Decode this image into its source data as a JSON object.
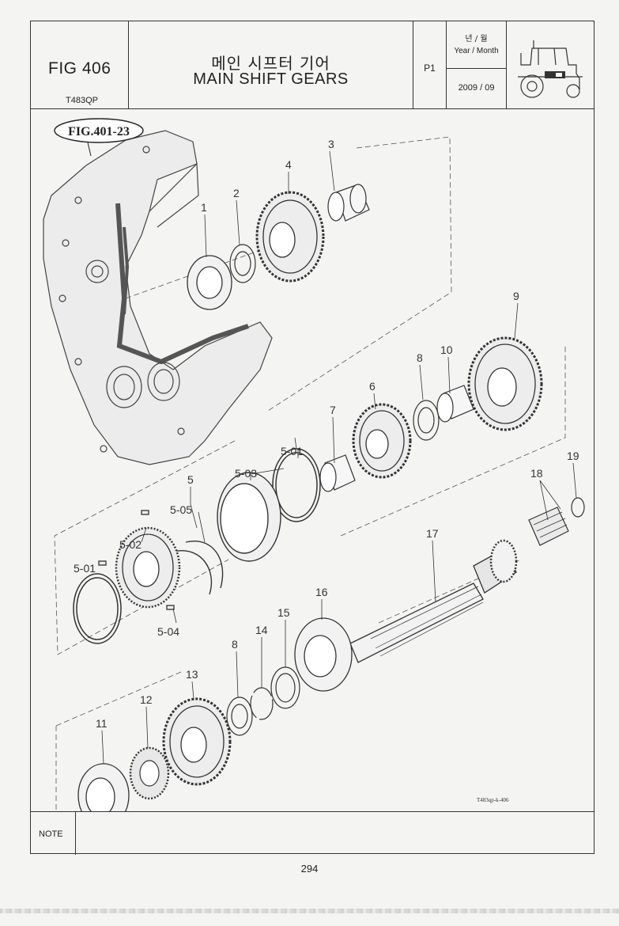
{
  "header": {
    "fig_code": "FIG 406",
    "model": "T483QP",
    "title_ko": "메인 시프터 기어",
    "title_en": "MAIN SHIFT GEARS",
    "page_label": "P1",
    "ym_label_ko": "년 / 월",
    "ym_label_en": "Year / Month",
    "date": "2009 / 09",
    "image_icon": "tractor-icon"
  },
  "drawing": {
    "figure_ref": "FIG.401-23",
    "drawing_id": "T483qp-k-406",
    "callouts": [
      "1",
      "2",
      "3",
      "4",
      "5",
      "5-01",
      "5-01",
      "5-02",
      "5-03",
      "5-04",
      "5-05",
      "6",
      "7",
      "8",
      "8",
      "9",
      "10",
      "11",
      "12",
      "13",
      "14",
      "15",
      "16",
      "17",
      "18",
      "19"
    ]
  },
  "note": {
    "label": "NOTE"
  },
  "page_number": "294"
}
